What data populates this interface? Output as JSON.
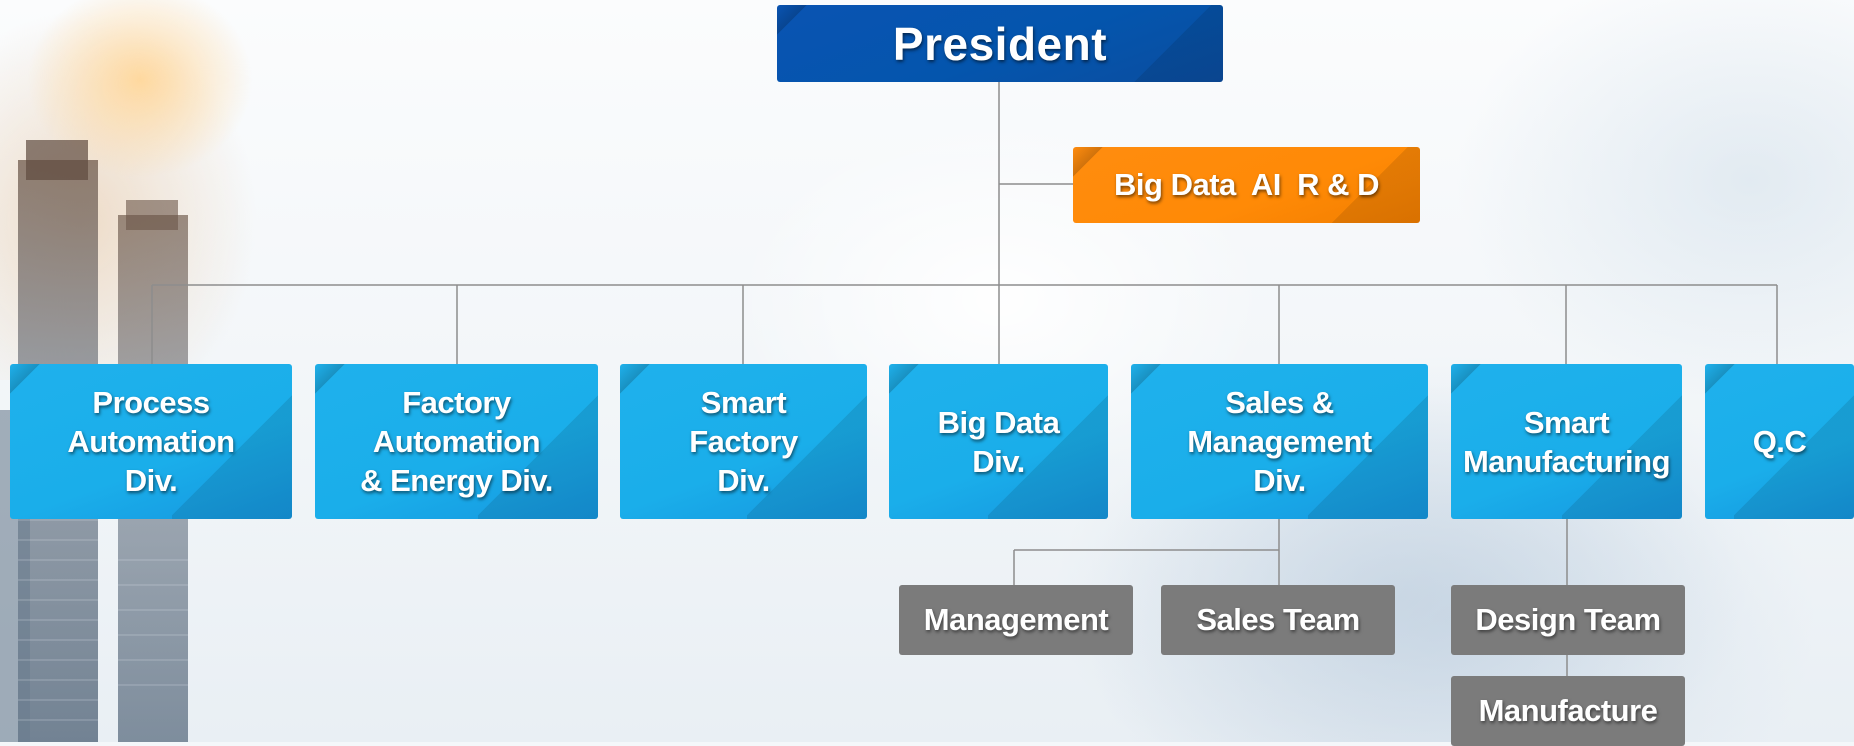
{
  "org_chart": {
    "president": "President",
    "rnd": "Big Data  AI  R & D",
    "divisions": [
      "Process\nAutomation\nDiv.",
      "Factory\nAutomation\n& Energy Div.",
      "Smart\nFactory\nDiv.",
      "Big Data\nDiv.",
      "Sales &\nManagement\nDiv.",
      "Smart\nManufacturing",
      "Q.C"
    ],
    "teams": {
      "sales_management": [
        "Management",
        "Sales Team"
      ],
      "smart_manufacturing": [
        "Design Team",
        "Manufacture"
      ]
    }
  },
  "colors": {
    "president": "#0455ad",
    "rnd": "#ff8a06",
    "division": "#1aaeea",
    "team": "#7b7b7b",
    "connector": "#8d8d8d"
  }
}
